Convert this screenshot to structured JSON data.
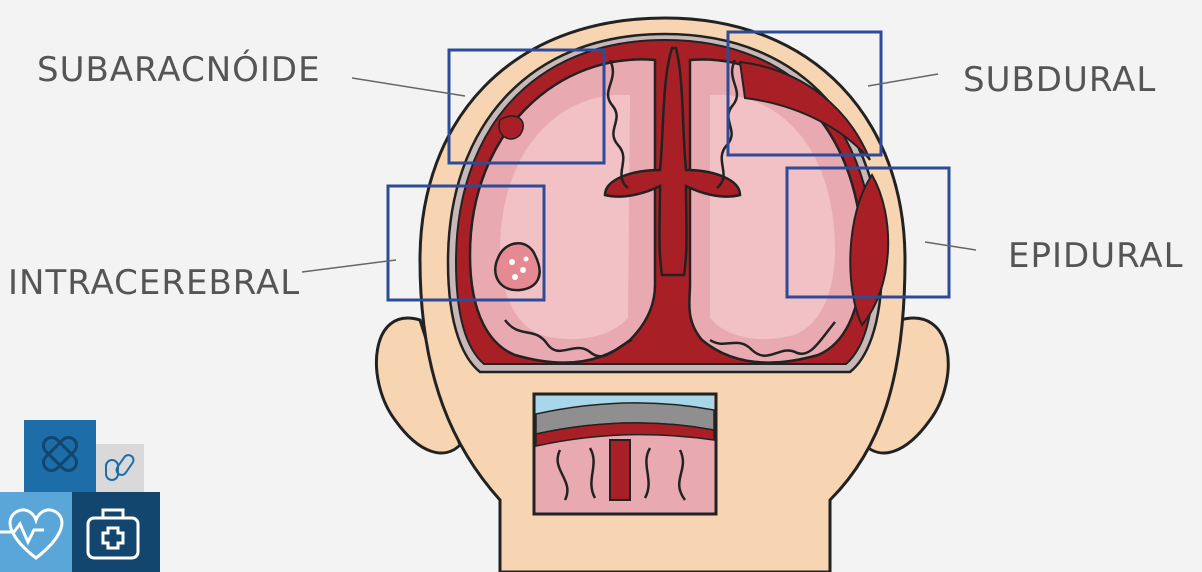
{
  "labels": {
    "subarachnoid": "SUBARACNÓIDE",
    "subdural": "SUBDURAL",
    "intracerebral": "INTRACEREBRAL",
    "epidural": "EPIDURAL"
  },
  "colors": {
    "background": "#f3f3f3",
    "skin": "#f7d5b3",
    "skin_outline": "#222222",
    "brain": "#e8a9b0",
    "brain_light": "#f3c7cb",
    "blood": "#a91f26",
    "highlight_box": "#2e4b98",
    "label_text": "#555555",
    "brand_dark": "#12466e",
    "brand_mid": "#1d6ea8",
    "brand_light": "#5aa6d8"
  },
  "icons": [
    "bandage-icon",
    "pills-icon",
    "heart-pulse-icon",
    "first-aid-kit-icon"
  ]
}
